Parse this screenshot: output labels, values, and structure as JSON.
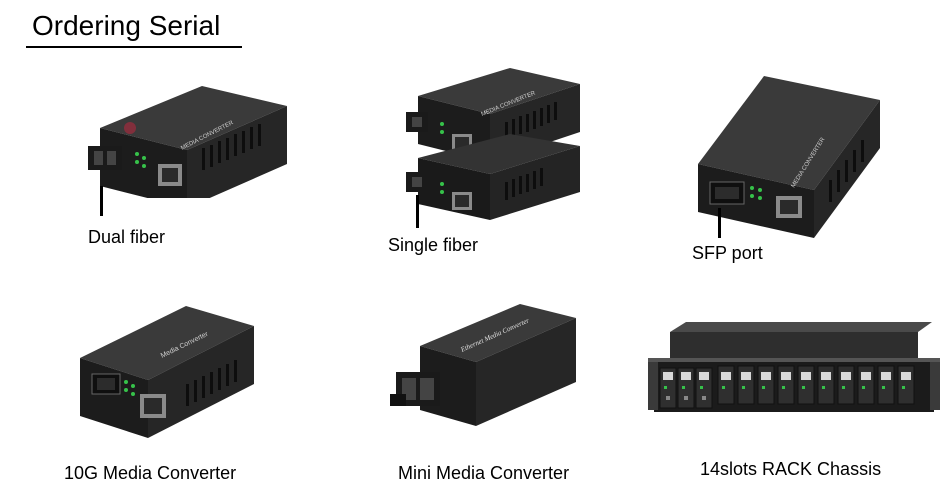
{
  "page": {
    "title": "Ordering Serial"
  },
  "products": [
    {
      "caption": "Dual fiber",
      "printed_label": "MEDIA CONVERTER",
      "icon": "dual-fiber-converter"
    },
    {
      "caption": "Single fiber",
      "printed_label": "MEDIA CONVERTER",
      "icon": "single-fiber-converter"
    },
    {
      "caption": "SFP port",
      "printed_label": "MEDIA CONVERTER",
      "icon": "sfp-converter"
    },
    {
      "caption": "10G Media Converter",
      "printed_label": "Media Converter",
      "icon": "10g-converter"
    },
    {
      "caption": "Mini Media Converter",
      "printed_label": "Ethernet Media Converter",
      "icon": "mini-converter"
    },
    {
      "caption": "14slots RACK Chassis",
      "icon": "rack-chassis"
    }
  ]
}
